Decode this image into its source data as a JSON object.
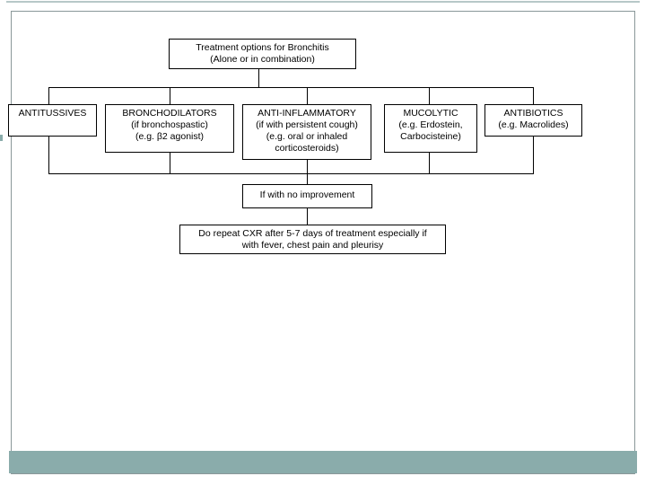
{
  "slide": {
    "background_color": "#ffffff",
    "accent_color": "#8aacab",
    "frame_border_color": "#8a9899",
    "node_border_color": "#000000"
  },
  "flowchart": {
    "nodes": {
      "root": {
        "lines": [
          "Treatment options for Bronchitis",
          "(Alone or in combination)"
        ]
      },
      "antitussives": {
        "lines": [
          "ANTITUSSIVES"
        ]
      },
      "bronchodilators": {
        "lines": [
          "BRONCHODILATORS",
          "(if bronchospastic)",
          "(e.g. β2 agonist)"
        ]
      },
      "anti_inflammatory": {
        "lines": [
          "ANTI-INFLAMMATORY",
          "(if with persistent cough)",
          "(e.g. oral or inhaled",
          "corticosteroids)"
        ]
      },
      "mucolytic": {
        "lines": [
          "MUCOLYTIC",
          "(e.g. Erdostein,",
          "Carbocisteine)"
        ]
      },
      "antibiotics": {
        "lines": [
          "ANTIBIOTICS",
          "(e.g. Macrolides)"
        ]
      },
      "no_improvement": {
        "lines": [
          "If with no improvement"
        ]
      },
      "followup": {
        "lines": [
          "Do repeat CXR after 5-7 days of treatment especially if",
          "with fever, chest pain and pleurisy"
        ]
      }
    },
    "edges": [
      {
        "from": "root",
        "to": "antitussives"
      },
      {
        "from": "root",
        "to": "bronchodilators"
      },
      {
        "from": "root",
        "to": "anti_inflammatory"
      },
      {
        "from": "root",
        "to": "mucolytic"
      },
      {
        "from": "root",
        "to": "antibiotics"
      },
      {
        "from": "antitussives",
        "to": "no_improvement"
      },
      {
        "from": "bronchodilators",
        "to": "no_improvement"
      },
      {
        "from": "anti_inflammatory",
        "to": "no_improvement"
      },
      {
        "from": "mucolytic",
        "to": "no_improvement"
      },
      {
        "from": "antibiotics",
        "to": "no_improvement"
      },
      {
        "from": "no_improvement",
        "to": "followup"
      }
    ]
  }
}
